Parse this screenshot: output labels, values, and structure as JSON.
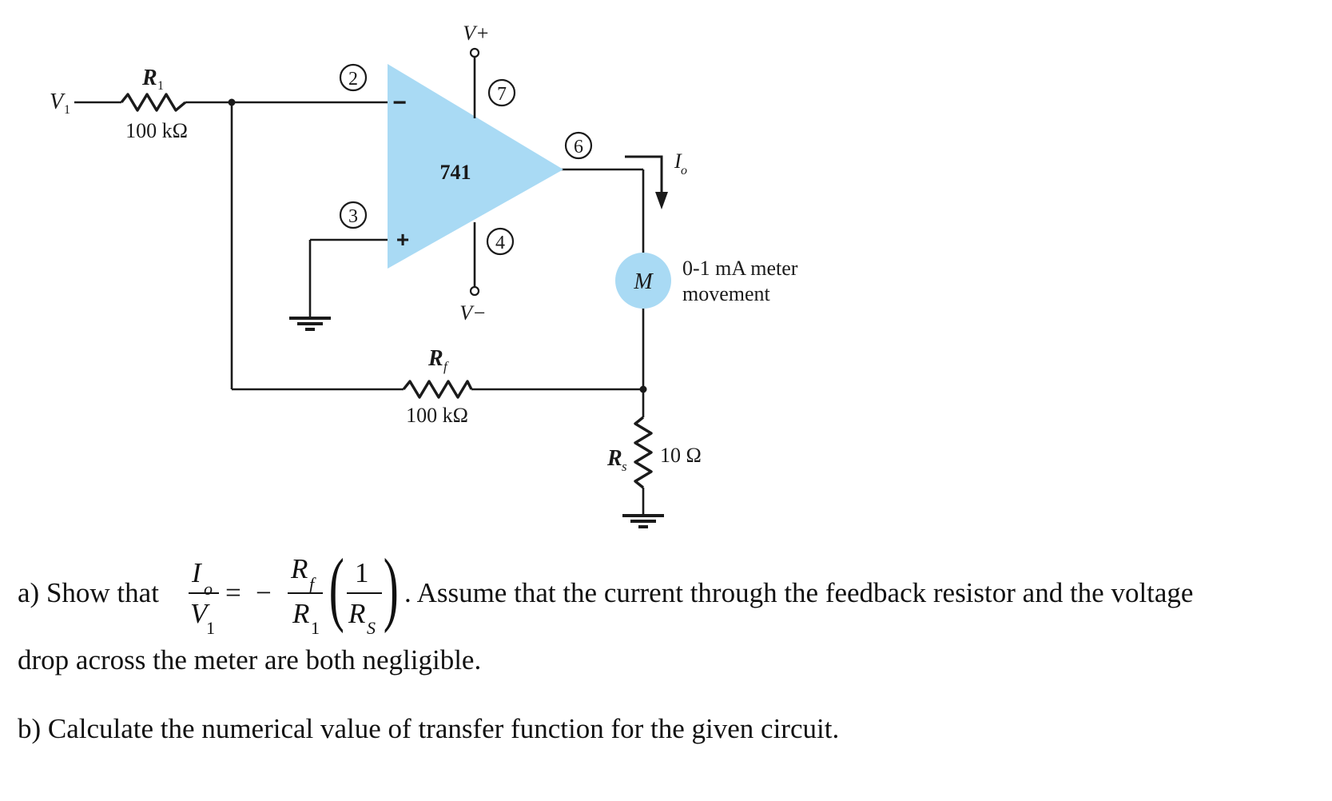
{
  "circuit": {
    "v_plus": "V+",
    "v_minus": "V−",
    "v1_main": "V",
    "v1_sub": "1",
    "r1_main": "R",
    "r1_sub": "1",
    "r1_value": "100 kΩ",
    "rf_main": "R",
    "rf_sub": "f",
    "rf_value": "100 kΩ",
    "rs_main": "R",
    "rs_sub": "s",
    "rs_value": "10 Ω",
    "io_main": "I",
    "io_sub": "o",
    "opamp_label": "741",
    "minus_sign": "−",
    "plus_sign": "+",
    "pins": [
      "2",
      "3",
      "7",
      "4",
      "6"
    ],
    "meter_symbol": "M",
    "meter_caption_line1": "0-1 mA meter",
    "meter_caption_line2": "movement"
  },
  "question": {
    "part_a_prefix": "a) Show that",
    "formula": {
      "lhs_num_main": "I",
      "lhs_num_sub": "o",
      "lhs_den_main": "V",
      "lhs_den_sub": "1",
      "equals": "=",
      "minus": "−",
      "rf_main": "R",
      "rf_sub": "f",
      "r1_main": "R",
      "r1_sub": "1",
      "one": "1",
      "rs_main": "R",
      "rs_sub": "S",
      "lparen": "(",
      "rparen": ")"
    },
    "part_a_suffix": ". Assume that the current through the feedback resistor and the voltage",
    "part_a_line2": "drop across the meter are both negligible.",
    "part_b": "b) Calculate the numerical value of transfer function for the given circuit."
  },
  "colors": {
    "opamp_fill": "#a9daf4",
    "meter_fill": "#a9daf4",
    "wire": "#1a1a1a"
  }
}
